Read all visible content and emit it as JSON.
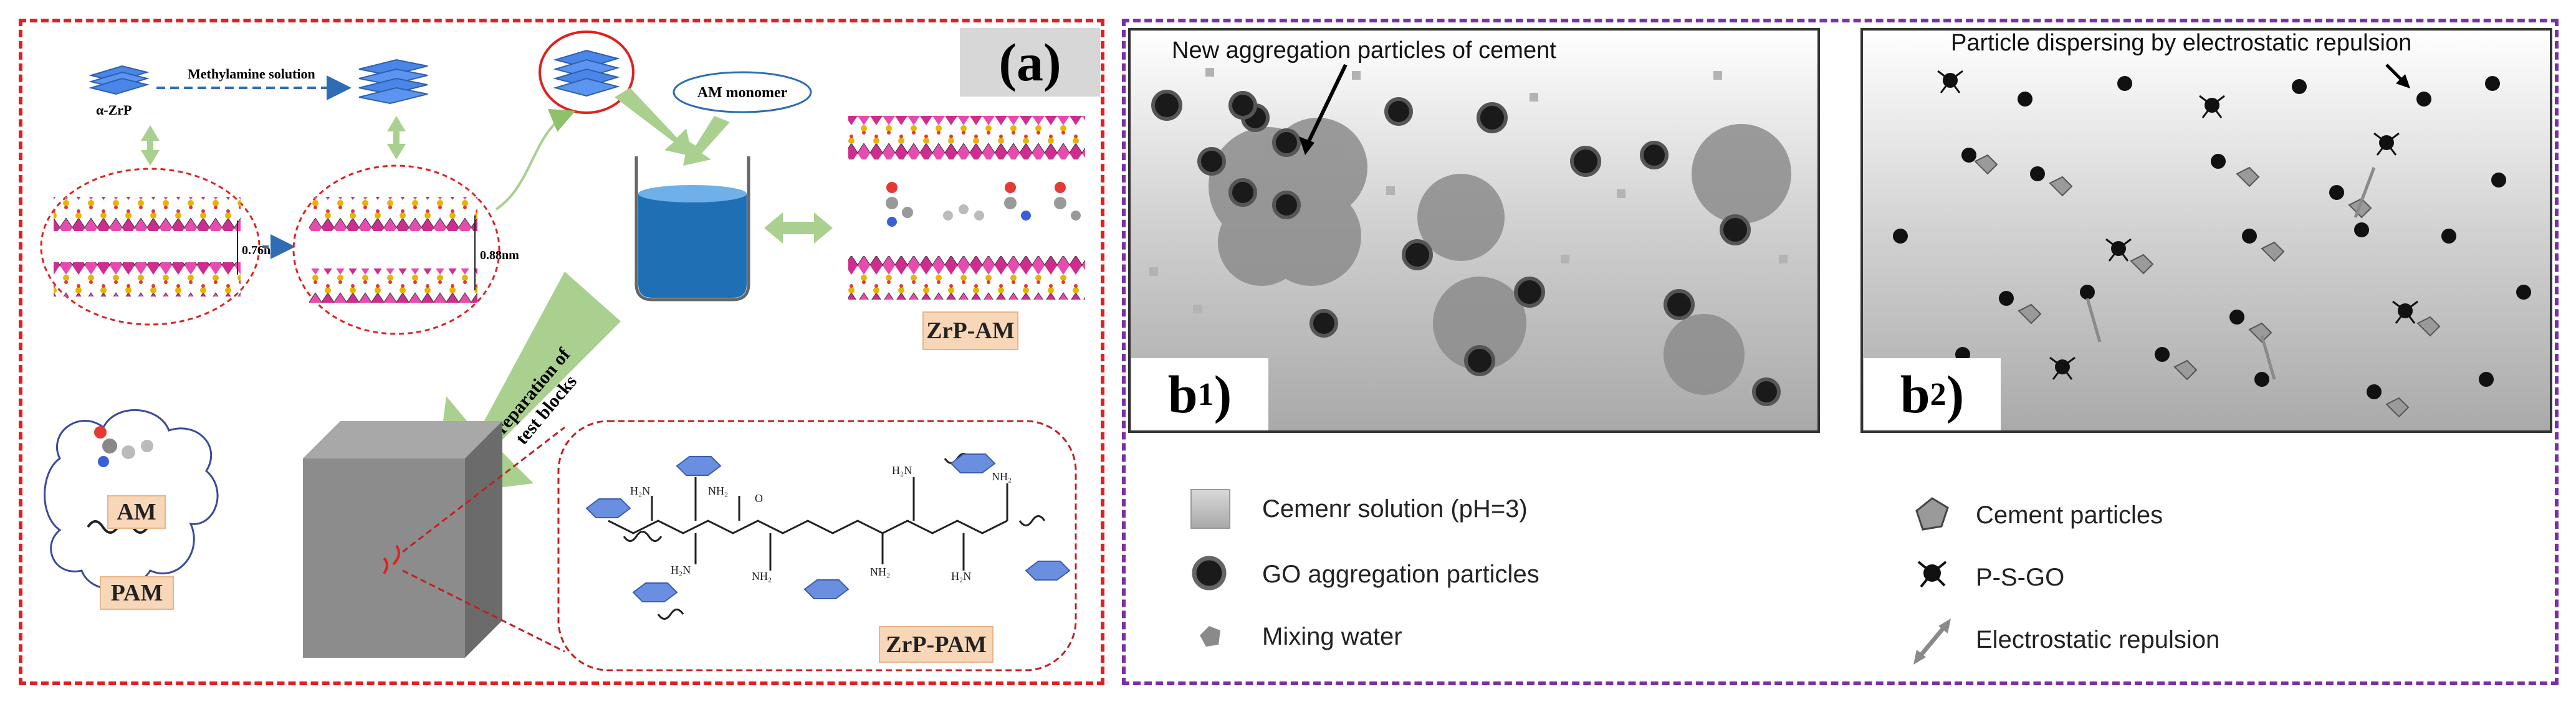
{
  "panel_a": {
    "label": "(a)",
    "zrp_label": "α-ZrP",
    "methylamine_label": "Methylamine solution",
    "am_monomer_label": "AM monomer",
    "spacing_small": "0.76nm",
    "spacing_large": "0.88nm",
    "prep_arrow_label_1": "Preparation of",
    "prep_arrow_label_2": "test blocks",
    "zrp_am_tag": "ZrP-AM",
    "am_tag": "AM",
    "pam_tag": "PAM",
    "zrp_pam_tag": "ZrP-PAM"
  },
  "panel_b1": {
    "label": "b",
    "label_sub": "1",
    "annotation": "New aggregation particles of cement"
  },
  "panel_b2": {
    "label": "b",
    "label_sub": "2",
    "annotation": "Particle dispersing by electrostatic repulsion"
  },
  "legend": [
    {
      "icon": "cement-solution-swatch-icon",
      "label": "Cemenr solution (pH=3)"
    },
    {
      "icon": "go-aggregation-particle-icon",
      "label": "GO aggregation particles"
    },
    {
      "icon": "mixing-water-icon",
      "label": "Mixing water"
    },
    {
      "icon": "cement-particle-icon",
      "label": "Cement particles"
    },
    {
      "icon": "p-s-go-icon",
      "label": "P-S-GO"
    },
    {
      "icon": "electrostatic-repulsion-icon",
      "label": "Electrostatic repulsion"
    }
  ],
  "colors": {
    "panel_a_border": "#e02020",
    "panel_b_border": "#7a2fa8",
    "layer_blue": "#4a86e8",
    "arrow_green": "#a9d08e",
    "tag_orange": "#f8d7b8",
    "beaker_water": "#1f6fb5"
  }
}
